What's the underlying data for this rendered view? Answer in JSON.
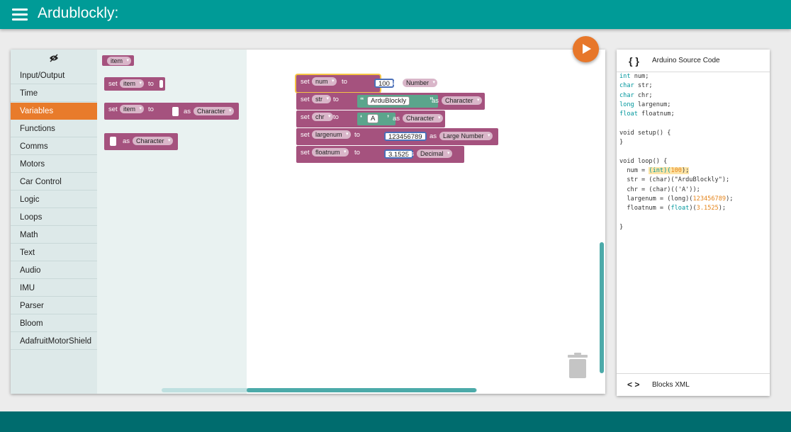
{
  "header": {
    "title": "Ardublockly:"
  },
  "toolbox": {
    "categories": [
      "Input/Output",
      "Time",
      "Variables",
      "Functions",
      "Comms",
      "Motors",
      "Car Control",
      "Logic",
      "Loops",
      "Math",
      "Text",
      "Audio",
      "IMU",
      "Parser",
      "Bloom",
      "AdafruitMotorShield"
    ],
    "selected": "Variables"
  },
  "flyout": {
    "get_var": "item",
    "set_label": "set",
    "to_label": "to",
    "as_label": "as",
    "type_value": "Character"
  },
  "blocks": [
    {
      "set": "set",
      "var": "num",
      "to": "to",
      "value": "100",
      "as": "as",
      "type": "Number"
    },
    {
      "set": "set",
      "var": "str",
      "to": "to",
      "value": "ArduBlockly",
      "as": "as",
      "type": "Character"
    },
    {
      "set": "set",
      "var": "chr",
      "to": "to",
      "value": "A",
      "as": "as",
      "type": "Character"
    },
    {
      "set": "set",
      "var": "largenum",
      "to": "to",
      "value": "123456789",
      "as": "as",
      "type": "Large Number"
    },
    {
      "set": "set",
      "var": "floatnum",
      "to": "to",
      "value": "3.1525",
      "as": "as",
      "type": "Decimal"
    }
  ],
  "code_panel": {
    "title": "Arduino Source Code",
    "xml_label": "Blocks XML",
    "declarations": [
      {
        "kw": "int",
        "rest": " num;"
      },
      {
        "kw": "char",
        "rest": " str;"
      },
      {
        "kw": "char",
        "rest": " chr;"
      },
      {
        "kw": "long",
        "rest": " largenum;"
      },
      {
        "kw": "float",
        "rest": " floatnum;"
      }
    ],
    "setup_open": "void setup() {",
    "close_brace": "}",
    "loop_open": "void loop() {",
    "assign_num_pre": "  num = ",
    "assign_num_cast": "(int)(",
    "assign_num_val": "100",
    "assign_num_end": ");",
    "assign_str": "  str = (char)(\"ArduBlockly\");",
    "assign_chr": "  chr = (char)(('A'));",
    "assign_large_pre": "  largenum = (long)(",
    "assign_large_val": "123456789",
    "assign_large_end": ");",
    "assign_float_pre": "  floatnum = (",
    "assign_float_kw": "float",
    "assign_float_mid": ")(",
    "assign_float_val": "3.1525",
    "assign_float_end": ");",
    "loop_close": "}"
  },
  "colors": {
    "header": "#009b97",
    "footer": "#006c6e",
    "variable_block": "#a5527e",
    "text_block": "#5ba58c",
    "selected_category": "#e87b2b",
    "run_button": "#e7772a"
  },
  "icons": {
    "menu": "hamburger-icon",
    "visibility": "eye-off-icon",
    "run": "play-icon",
    "code": "braces-icon",
    "xml": "angle-brackets-icon",
    "trash": "trash-icon"
  }
}
